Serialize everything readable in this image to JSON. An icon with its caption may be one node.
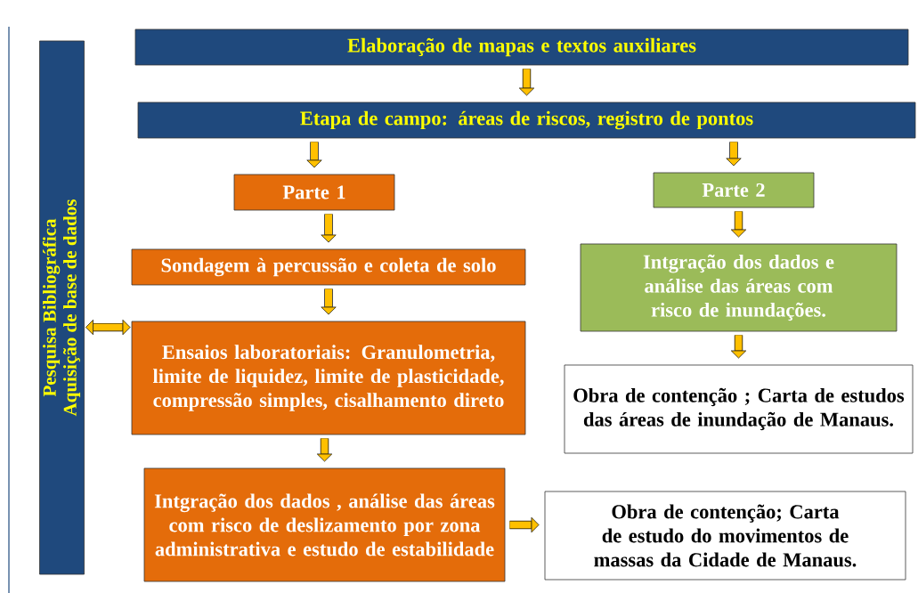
{
  "diagram": {
    "nodes": [
      {
        "text": [
          "Pesquisa Bibliográfica",
          "Aquisição de base de dados"
        ]
      },
      {
        "text": [
          "Elaboração de mapas e textos auxiliares"
        ]
      },
      {
        "text": [
          "Etapa de campo: áreas de riscos, registro de pontos"
        ]
      },
      {
        "text": [
          "Parte 1"
        ]
      },
      {
        "text": [
          "Parte 2"
        ]
      },
      {
        "text": [
          "Sondagem à percussão e coleta de solo"
        ]
      },
      {
        "text": [
          "Ensaios laboratoriais: Granulometria, limite de liquidez, limite de plasticidade, compressão simples, cisalhamento direto"
        ]
      },
      {
        "text": [
          "Intgração dos dados , análise das áreas com risco de deslizamento por zona administrativa e estudo de estabilidade"
        ]
      },
      {
        "text": [
          "Intgração dos dados  e análise das áreas com risco de inundações."
        ]
      },
      {
        "text": [
          "Obra de contenção ; Carta de estudos das áreas de inundação de Manaus."
        ]
      },
      {
        "text": [
          "Obra de contenção; Carta de estudo do movimentos de massas da Cidade de Manaus."
        ]
      }
    ],
    "edges": [
      {
        "from": 1,
        "to": 2,
        "arrow": "to"
      },
      {
        "from": 2,
        "to": 3,
        "arrow": "to"
      },
      {
        "from": 2,
        "to": 4,
        "arrow": "to"
      },
      {
        "from": 3,
        "to": 5,
        "arrow": "to"
      },
      {
        "from": 5,
        "to": 6,
        "arrow": "to"
      },
      {
        "from": 6,
        "to": 7,
        "arrow": "to"
      },
      {
        "from": 7,
        "to": 10,
        "arrow": "to"
      },
      {
        "from": 4,
        "to": 8,
        "arrow": "to"
      },
      {
        "from": 8,
        "to": 9,
        "arrow": "to"
      },
      {
        "from": 0,
        "to": 6,
        "arrow": "both"
      }
    ]
  }
}
